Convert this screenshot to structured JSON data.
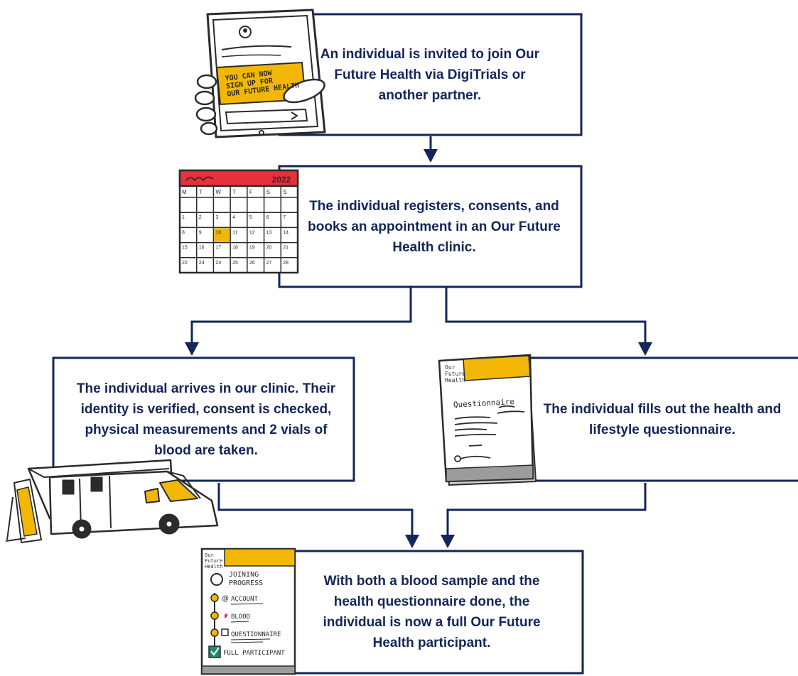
{
  "steps": [
    {
      "id": "invite",
      "text": "An individual is invited to join Our Future Health via DigiTrials or another partner."
    },
    {
      "id": "register",
      "text": "The individual registers, consents, and books an appointment in an Our Future Health clinic."
    },
    {
      "id": "clinic",
      "text": "The individual arrives in our clinic. Their identity is verified, consent is checked, physical measurements and 2 vials of blood are taken."
    },
    {
      "id": "questionnaire",
      "text": "The individual fills out the health and lifestyle questionnaire."
    },
    {
      "id": "participant",
      "text": "With both a blood sample and the health questionnaire done, the individual is now a full Our Future Health participant."
    }
  ],
  "phone": {
    "message": "YOU CAN NOW SIGN UP FOR OUR FUTURE HEALTH"
  },
  "calendar": {
    "year": "2022",
    "weekdays": [
      "M",
      "T",
      "W",
      "T",
      "F",
      "S",
      "S"
    ],
    "weeks": [
      [
        "",
        "",
        "",
        "",
        "",
        "",
        ""
      ],
      [
        "1",
        "2",
        "3",
        "4",
        "5",
        "6",
        "7"
      ],
      [
        "8",
        "9",
        "10",
        "11",
        "12",
        "13",
        "14"
      ],
      [
        "15",
        "16",
        "17",
        "18",
        "19",
        "20",
        "21"
      ],
      [
        "22",
        "23",
        "24",
        "25",
        "26",
        "27",
        "28"
      ]
    ],
    "highlight_day": "10"
  },
  "questionnaire_sheet": {
    "logo": "Our Future Health",
    "title": "Questionnaire"
  },
  "progress_sheet": {
    "logo": "Our Future Health",
    "title": "JOINING PROGRESS",
    "items": [
      "ACCOUNT",
      "BLOOD",
      "QUESTIONNAIRE",
      "FULL PARTICIPANT"
    ]
  },
  "colors": {
    "navy": "#13255a",
    "yellow": "#f2b705",
    "red": "#e8303a",
    "ink": "#2b2b2b"
  }
}
